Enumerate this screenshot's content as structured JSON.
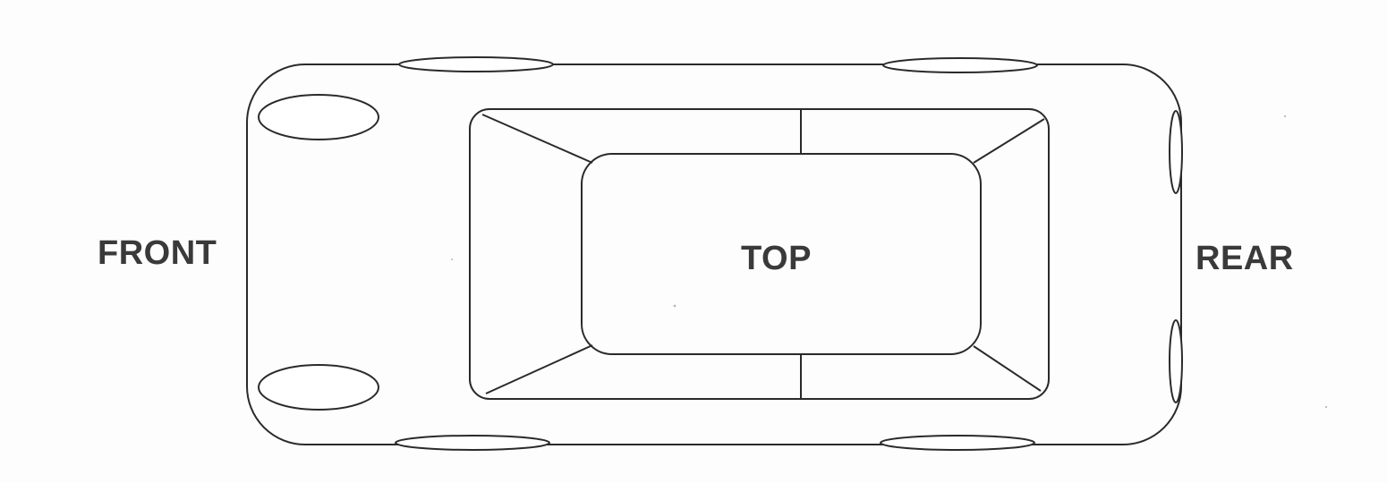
{
  "diagram": {
    "labels": {
      "front": "FRONT",
      "top": "TOP",
      "rear": "REAR"
    }
  }
}
